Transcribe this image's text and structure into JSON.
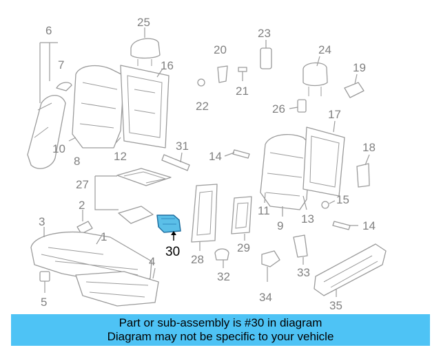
{
  "diagram": {
    "callouts": [
      "6",
      "7",
      "25",
      "16",
      "23",
      "20",
      "24",
      "19",
      "21",
      "22",
      "26",
      "17",
      "10",
      "8",
      "12",
      "31",
      "14",
      "18",
      "27",
      "2",
      "15",
      "3",
      "1",
      "14",
      "11",
      "9",
      "13",
      "30",
      "28",
      "29",
      "4",
      "33",
      "32",
      "34",
      "5",
      "35"
    ],
    "highlighted_part": "30",
    "highlight_color": "#5bbfe8"
  },
  "banner": {
    "line1": "Part or sub-assembly is #30 in diagram",
    "line2": "Diagram may not be specific to your vehicle",
    "background": "#4ec3f5"
  }
}
